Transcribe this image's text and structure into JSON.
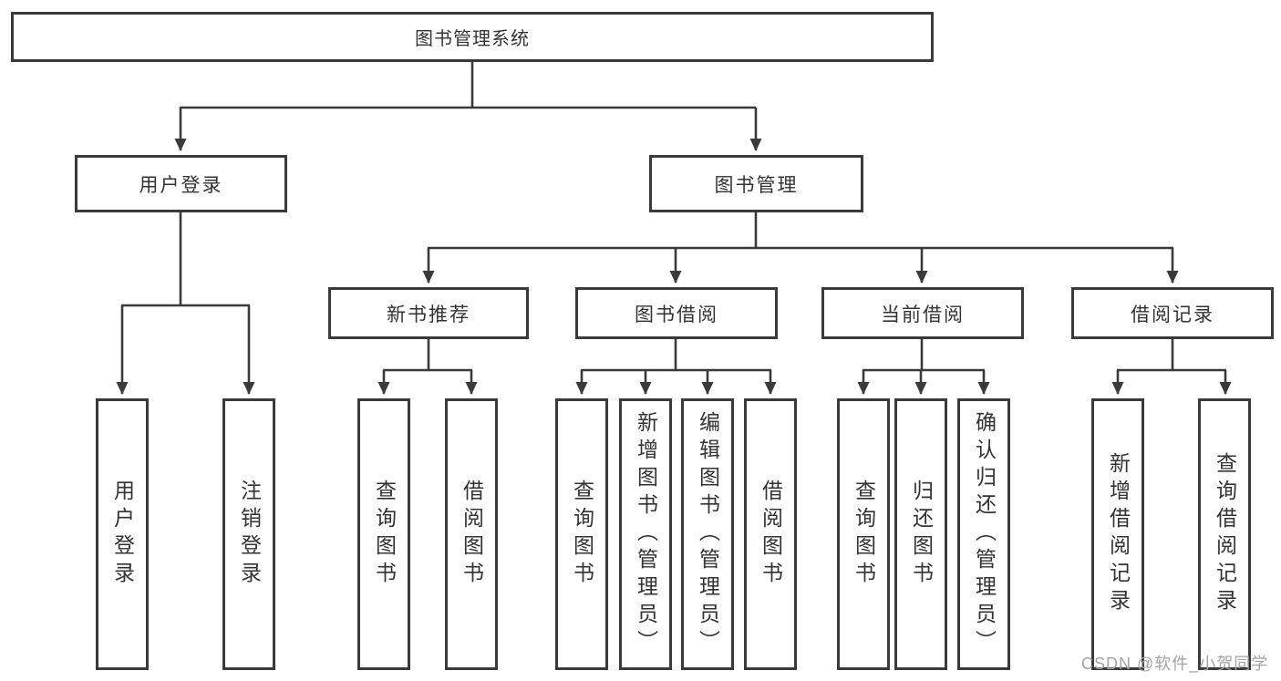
{
  "diagram": {
    "title": "图书管理系统",
    "level2": [
      {
        "label": "用户登录"
      },
      {
        "label": "图书管理"
      }
    ],
    "level3": [
      {
        "label": "新书推荐"
      },
      {
        "label": "图书借阅"
      },
      {
        "label": "当前借阅"
      },
      {
        "label": "借阅记录"
      }
    ],
    "leaf_groups": [
      {
        "parent": "用户登录",
        "items": [
          "用户登录",
          "注销登录"
        ]
      },
      {
        "parent": "新书推荐",
        "items": [
          "查询图书",
          "借阅图书"
        ]
      },
      {
        "parent": "图书借阅",
        "items": [
          "查询图书",
          "新增图书（管理员）",
          "编辑图书（管理员）",
          "借阅图书"
        ]
      },
      {
        "parent": "当前借阅",
        "items": [
          "查询图书",
          "归还图书",
          "确认归还（管理员）"
        ]
      },
      {
        "parent": "借阅记录",
        "items": [
          "新增借阅记录",
          "查询借阅记录"
        ]
      }
    ],
    "watermark": "CSDN @软件_小贺同学",
    "colors": {
      "line": "#3a3a3a",
      "text": "#333333",
      "box_bg": "#ffffff",
      "watermark_text": "#a3a3a3"
    }
  }
}
